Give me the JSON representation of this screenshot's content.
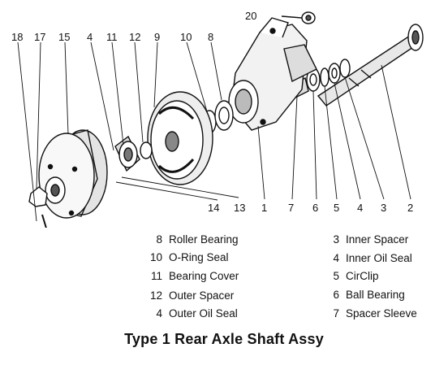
{
  "diagram": {
    "callouts": [
      "20",
      "18",
      "17",
      "15",
      "4",
      "11",
      "12",
      "9",
      "10",
      "8",
      "14",
      "13",
      "1",
      "7",
      "6",
      "5",
      "4",
      "3",
      "2"
    ]
  },
  "legend": {
    "left": [
      {
        "num": "8",
        "label": "Roller Bearing"
      },
      {
        "num": "10",
        "label": "O-Ring Seal"
      },
      {
        "num": "11",
        "label": "Bearing Cover"
      },
      {
        "num": "12",
        "label": "Outer Spacer"
      },
      {
        "num": "4",
        "label": "Outer Oil Seal"
      }
    ],
    "right": [
      {
        "num": "3",
        "label": "Inner Spacer"
      },
      {
        "num": "4",
        "label": "Inner Oil Seal"
      },
      {
        "num": "5",
        "label": "CirClip"
      },
      {
        "num": "6",
        "label": "Ball Bearing"
      },
      {
        "num": "7",
        "label": "Spacer Sleeve"
      }
    ]
  },
  "title": "Type 1  Rear Axle Shaft Assy"
}
